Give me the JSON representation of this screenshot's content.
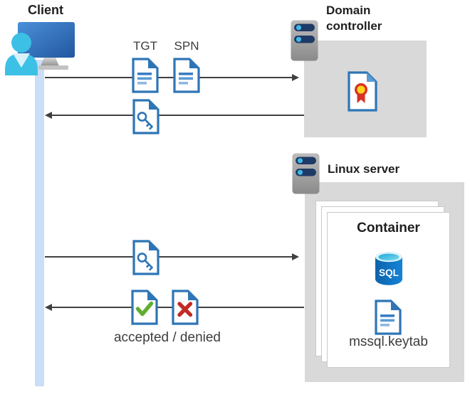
{
  "labels": {
    "client": "Client",
    "domain_controller": "Domain controller",
    "linux_server": "Linux server",
    "container": "Container",
    "keytab": "mssql.keytab",
    "sql_badge": "SQL",
    "tgt": "TGT",
    "spn": "SPN",
    "accepted_denied": "accepted / denied"
  },
  "icons": [
    "client-workstation-icon",
    "server-icon",
    "certificate-icon",
    "document-icon",
    "key-ticket-icon",
    "check-document-icon",
    "cross-document-icon",
    "sql-database-icon"
  ],
  "colors": {
    "doc_blue": "#2e75b6",
    "doc_line_light": "#8fb8e0",
    "zone_gray": "#d9d9d9",
    "lifeline_blue": "#c9def7",
    "arrow_gray": "#404040",
    "server_bar_navy": "#1e3a66",
    "server_dot_cyan": "#41b8e4",
    "person_cyan": "#3dc0e6",
    "monitor_blue": "#2f6fc0",
    "sql_body_blue": "#0f6fbd",
    "sql_top_cyan": "#49c7e8",
    "check_green": "#5fae33",
    "cross_red": "#c02b23",
    "ribbon_yellow": "#ffd41c",
    "ribbon_red": "#d93025"
  }
}
